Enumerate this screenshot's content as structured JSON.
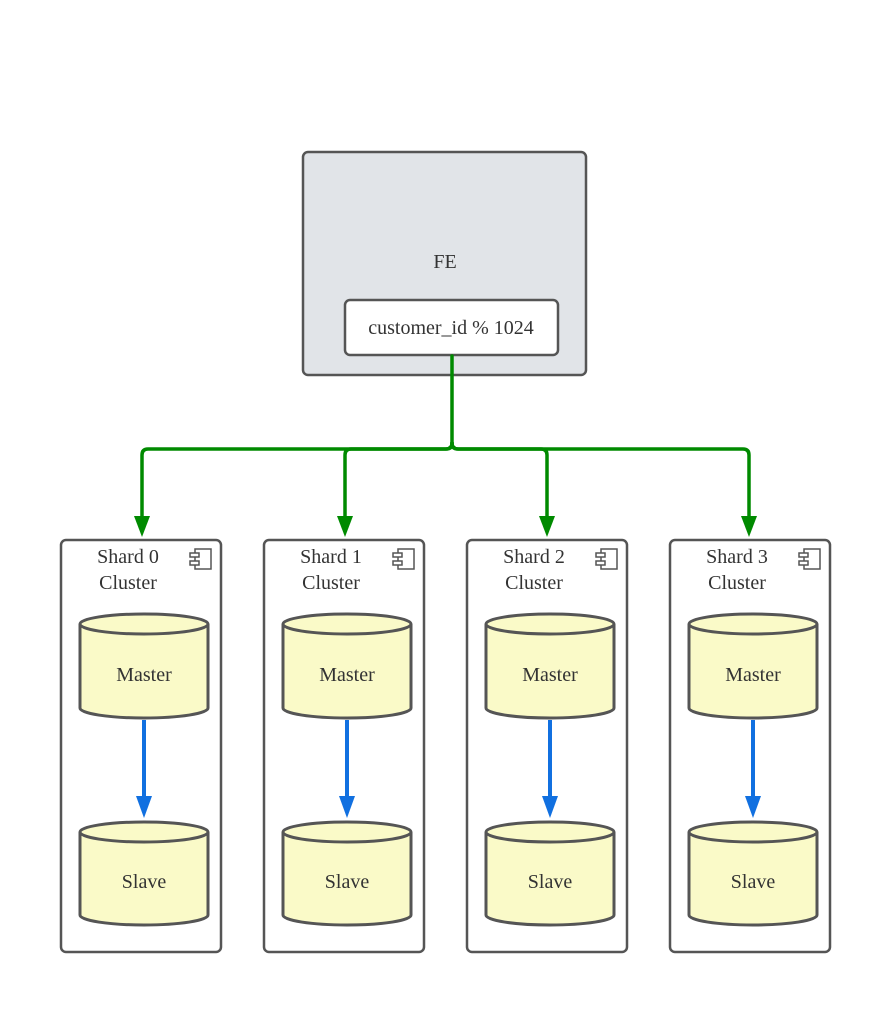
{
  "fe": {
    "title": "FE",
    "routing_rule": "customer_id % 1024"
  },
  "shards": [
    {
      "line1": "Shard 0",
      "line2": "Cluster",
      "master_label": "Master",
      "slave_label": "Slave"
    },
    {
      "line1": "Shard 1",
      "line2": "Cluster",
      "master_label": "Master",
      "slave_label": "Slave"
    },
    {
      "line1": "Shard 2",
      "line2": "Cluster",
      "master_label": "Master",
      "slave_label": "Slave"
    },
    {
      "line1": "Shard 3",
      "line2": "Cluster",
      "master_label": "Master",
      "slave_label": "Slave"
    }
  ],
  "icons": {
    "shard_cluster": "component-icon",
    "database": "database-cylinder-icon"
  },
  "colors": {
    "fe_fill": "#e1e4e8",
    "border": "#555555",
    "db_fill": "#fafac8",
    "routing_arrow": "#008a00",
    "replication_arrow": "#1170e0"
  }
}
